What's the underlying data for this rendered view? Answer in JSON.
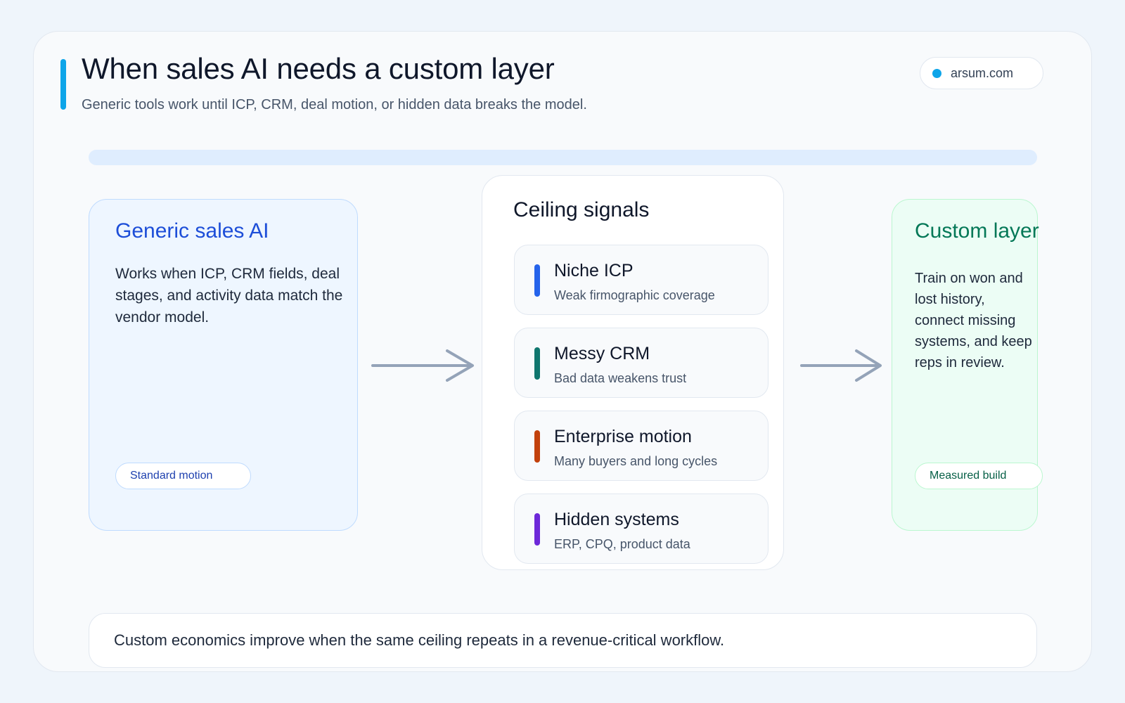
{
  "header": {
    "title": "When sales AI needs a custom layer",
    "subtitle": "Generic tools work until ICP, CRM, deal motion, or hidden data breaks the model.",
    "brand": "arsum.com"
  },
  "left_panel": {
    "title": "Generic sales AI",
    "body": "Works when ICP, CRM fields, deal stages, and activity data match the vendor model.",
    "tag": "Standard motion"
  },
  "middle_panel": {
    "title": "Ceiling signals",
    "signals": [
      {
        "title": "Niche ICP",
        "subtitle": "Weak firmographic coverage",
        "color": "#2563eb"
      },
      {
        "title": "Messy CRM",
        "subtitle": "Bad data weakens trust",
        "color": "#0f766e"
      },
      {
        "title": "Enterprise motion",
        "subtitle": "Many buyers and long cycles",
        "color": "#c2410c"
      },
      {
        "title": "Hidden systems",
        "subtitle": "ERP, CPQ, product data",
        "color": "#6d28d9"
      }
    ]
  },
  "right_panel": {
    "title": "Custom layer",
    "body_lines": [
      "Train on won and",
      "lost history,",
      "connect missing",
      "systems, and keep",
      "reps in review."
    ],
    "tag": "Measured build"
  },
  "footer": {
    "text": "Custom economics improve when the same ceiling repeats in a revenue-critical workflow."
  },
  "colors": {
    "accent": "#0ea5e9",
    "generic_blue": "#1d4ed8",
    "custom_green": "#047857",
    "arrow": "#94a3b8"
  }
}
